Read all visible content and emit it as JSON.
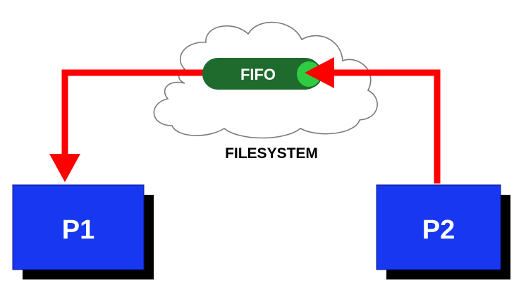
{
  "diagram": {
    "pipe_label": "FIFO",
    "filesystem_label": "FILESYSTEM",
    "process_left_label": "P1",
    "process_right_label": "P2"
  },
  "colors": {
    "arrow": "#ff0000",
    "pipe_body": "#1f6b2e",
    "pipe_end": "#2ecc40",
    "process_fill": "#1737f0",
    "process_shadow": "#000000",
    "cloud_outline": "#7a7a7a",
    "text_light": "#ffffff",
    "text_dark": "#000000"
  }
}
